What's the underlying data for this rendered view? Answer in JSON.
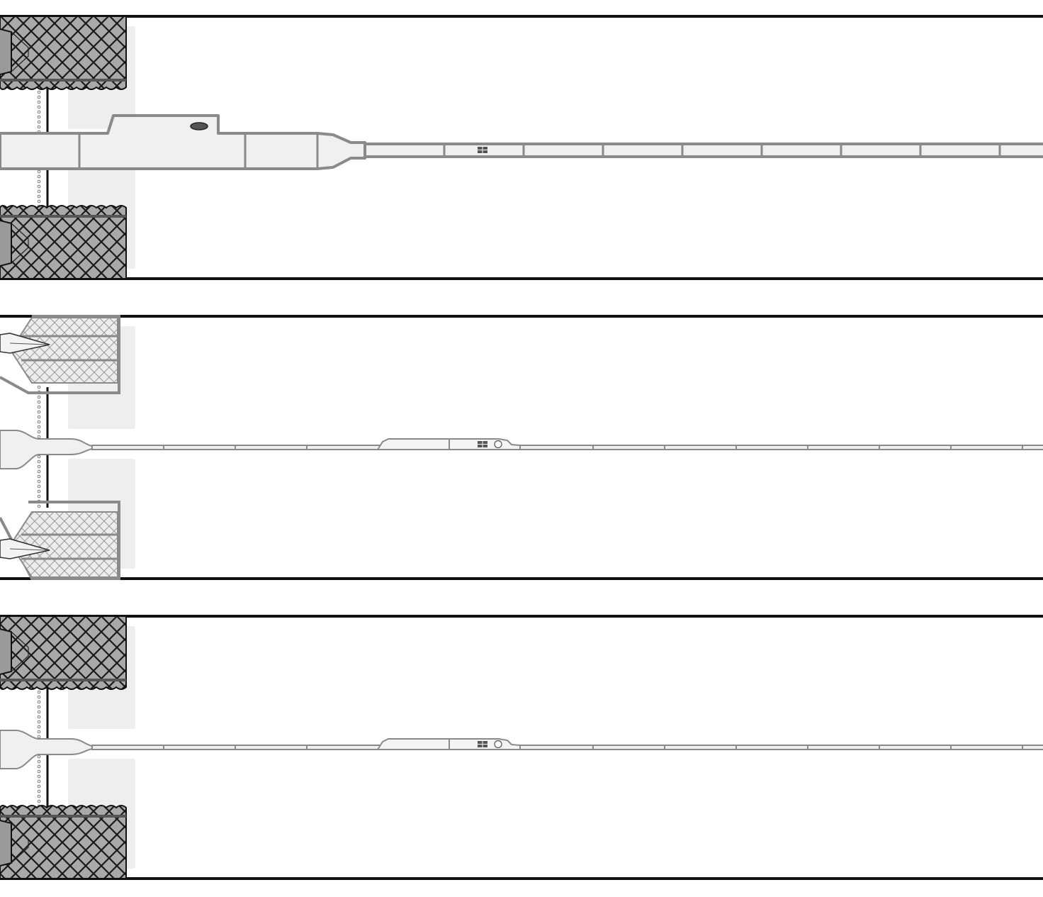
{
  "colors": {
    "frame": "#111111",
    "outline": "#8a8a8a",
    "fill_light": "#f0f0f0",
    "guide": "#eeeeee",
    "mesh_dark": "#6f6f6f",
    "mesh_light": "#e6e6e6",
    "dots": "#777777"
  },
  "panels": [
    {
      "id": "panel-1",
      "description_name": "dilator-large",
      "mesh_style": "dark-wavy",
      "device": "large-dilator"
    },
    {
      "id": "panel-2",
      "description_name": "jaws-open",
      "mesh_style": "light-jaws",
      "device": "thin-wire"
    },
    {
      "id": "panel-3",
      "description_name": "dilator-thin",
      "mesh_style": "dark-wavy",
      "device": "thin-wire"
    }
  ]
}
